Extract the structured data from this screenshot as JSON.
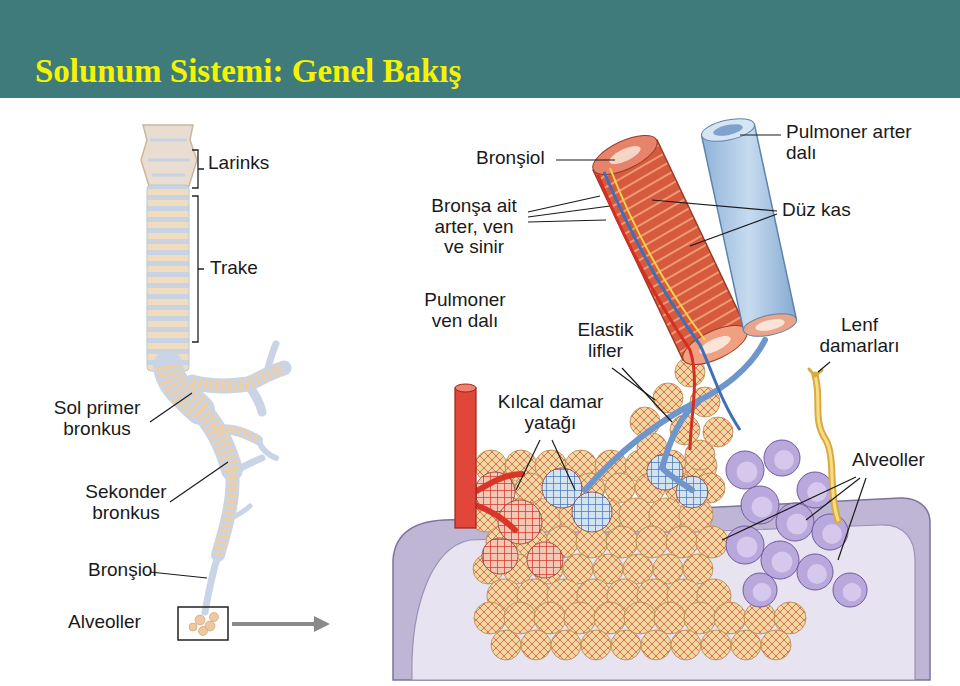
{
  "diagram": {
    "title": "Solunum Sistemi: Genel Bakış",
    "labels": [
      "Larinks",
      "Trake",
      "Sol primer bronkus",
      "Sekonder bronkus",
      "Bronşiol",
      "Alveoller",
      "Bronşiol",
      "Bronşa ait arter, ven ve sinir",
      "Pulmoner arter dalı",
      "Düz kas",
      "Pulmoner ven dalı",
      "Elastik lifler",
      "Kılcal damar yatağı",
      "Lenf damarları",
      "Alveoller"
    ]
  }
}
